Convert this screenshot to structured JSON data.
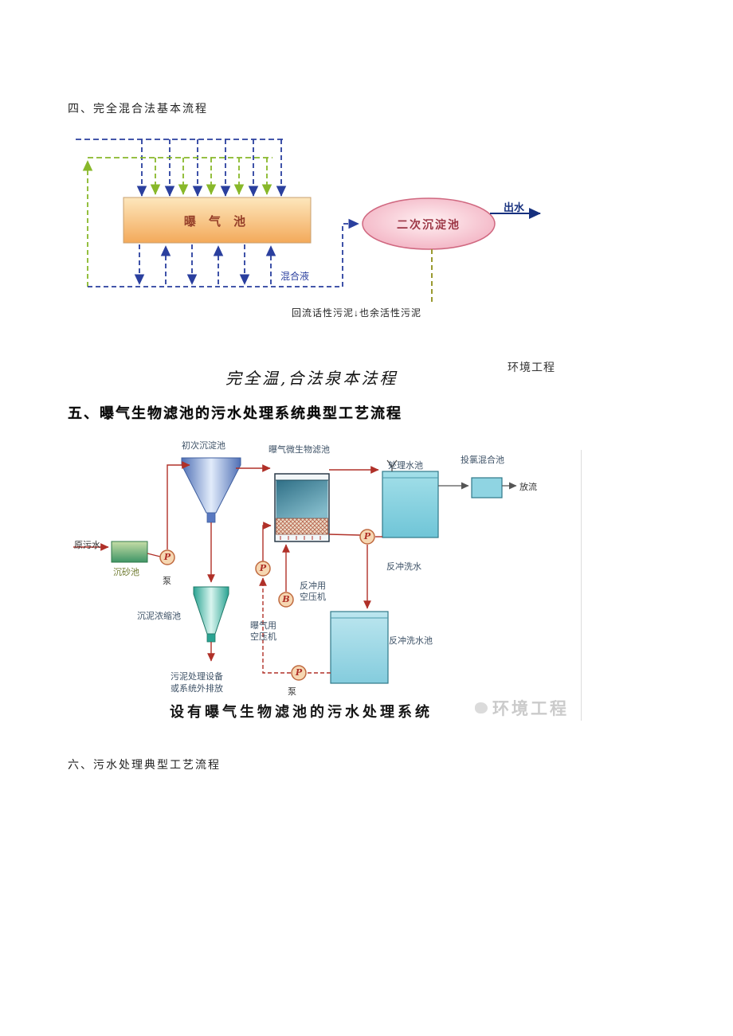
{
  "headings": {
    "section4": "四、完全混合法基本流程",
    "section5": "五、曝气生物滤池的污水处理系统典型工艺流程",
    "section6": "六、污水处理典型工艺流程"
  },
  "diagram1": {
    "aeration_tank": "曝 气 池",
    "secondary_clarifier": "二次沉淀池",
    "effluent": "出水",
    "mixed_liquor": "混合液",
    "sludge_note": "回流话性污泥↓也余活性污泥"
  },
  "notes": {
    "handwritten_caption": "完全温,合法泉本法程",
    "side_watermark": "环境工程"
  },
  "diagram2": {
    "primary_clarifier": "初次沉淀池",
    "bio_filter": "曝气微生物滤池",
    "treated_water_tank": "处理水池",
    "chlorine_mixing_tank": "投氯混合池",
    "discharge": "放流",
    "raw_sewage": "原污水",
    "grit_chamber": "沉砂池",
    "pump_label": "泵",
    "sludge_thickener": "沉泥浓缩池",
    "sludge_disposal": {
      "line1": "污泥处理设备",
      "line2": "或系统外排放"
    },
    "aeration_compressor": {
      "line1": "曝气用",
      "line2": "空压机"
    },
    "backwash_compressor": {
      "line1": "反冲用",
      "line2": "空压机"
    },
    "backwash_water": "反冲洗水",
    "backwash_tank": "反冲洗水池",
    "pump_symbol": "P",
    "blower_symbol": "B",
    "caption": "设有曝气生物滤池的污水处理系统",
    "watermark": "环境工程"
  },
  "colors": {
    "aeration_tank_fill": "#f3a95a",
    "clarifier_pink": "#efa2b6",
    "flow_blue": "#2a3f9e",
    "flow_green": "#88b82a",
    "olive_dash": "#9a9a30",
    "connector_red": "#b03028",
    "tank_cyan": "#8fd4e2",
    "watermark_gray": "#c2c2c2"
  }
}
